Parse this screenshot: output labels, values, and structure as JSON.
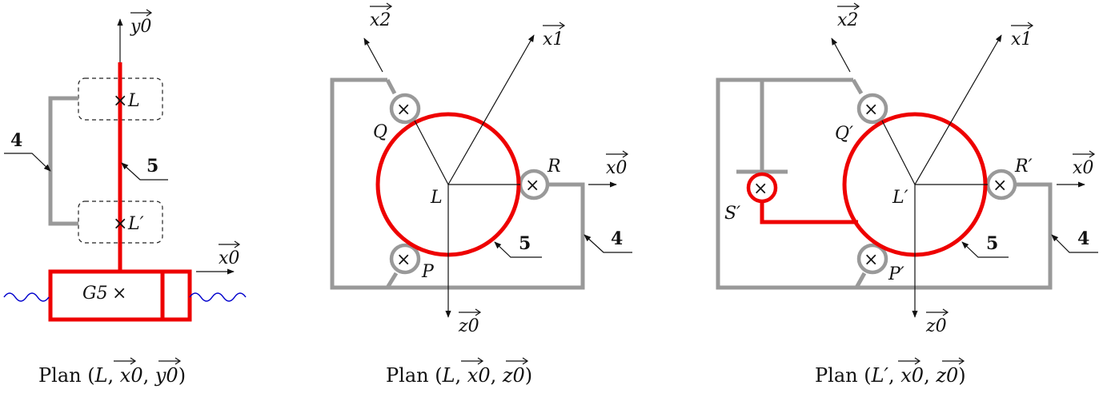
{
  "colors": {
    "red_part": "#ee0000",
    "grey_part": "#999999",
    "wave": "#0000cc",
    "ink": "#111111"
  },
  "panel1": {
    "axis_y0": "y0",
    "axis_x0": "x0",
    "point_L": "L",
    "point_Lp": "L′",
    "point_G5": "G5",
    "label_4": "4",
    "label_5": "5",
    "caption": {
      "prefix": "Plan (",
      "p": "L",
      "sep1": ", ",
      "v1": "x0",
      "sep2": ", ",
      "v2": "y0",
      "suffix": ")"
    }
  },
  "panel2": {
    "axis_x2": "x2",
    "axis_x1": "x1",
    "axis_x0": "x0",
    "axis_z0": "z0",
    "point_Q": "Q",
    "point_R": "R",
    "point_P": "P",
    "point_L": "L",
    "label_4": "4",
    "label_5": "5",
    "caption": {
      "prefix": "Plan (",
      "p": "L",
      "sep1": ", ",
      "v1": "x0",
      "sep2": ", ",
      "v2": "z0",
      "suffix": ")"
    }
  },
  "panel3": {
    "axis_x2": "x2",
    "axis_x1": "x1",
    "axis_x0": "x0",
    "axis_z0": "z0",
    "point_Q": "Q′",
    "point_R": "R′",
    "point_P": "P′",
    "point_S": "S′",
    "point_L": "L′",
    "label_4": "4",
    "label_5": "5",
    "caption": {
      "prefix": "Plan (",
      "p": "L′",
      "sep1": ", ",
      "v1": "x0",
      "sep2": ", ",
      "v2": "z0",
      "suffix": ")"
    }
  }
}
